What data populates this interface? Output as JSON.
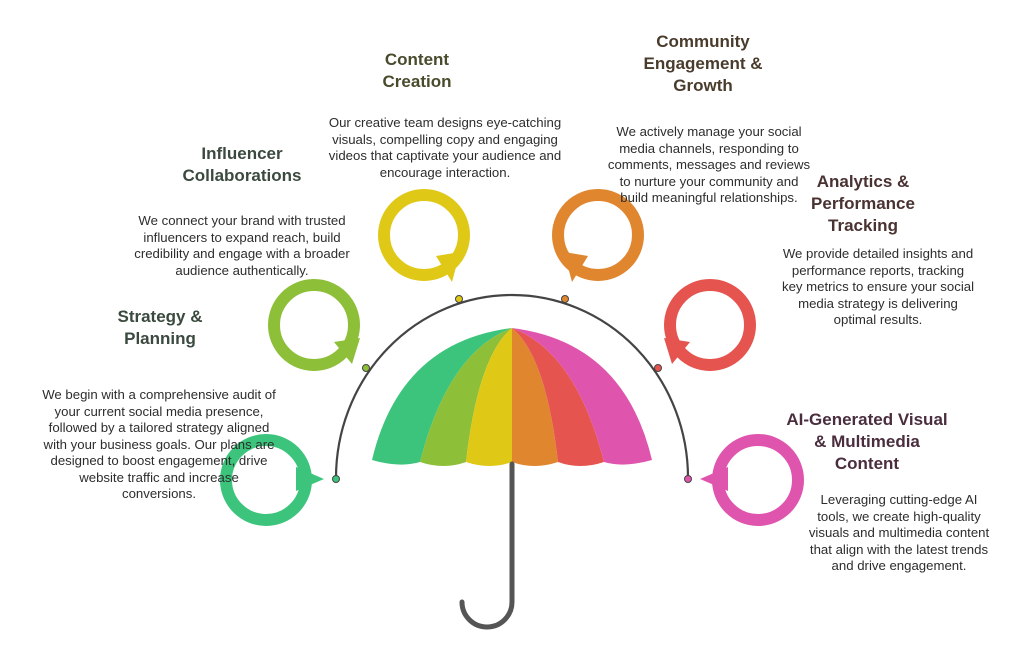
{
  "colors": {
    "strategy": "#3cc47c",
    "influencer": "#8dbf38",
    "content": "#e0c817",
    "community": "#e0862f",
    "analytics": "#e5544f",
    "ai": "#df55ae",
    "arc": "#444444",
    "handle": "#555555",
    "title_dark": "#3c4b40"
  },
  "sections": {
    "strategy": {
      "title": "Strategy &\nPlanning",
      "desc": "We begin with a comprehensive audit of your current social media presence, followed by a tailored strategy aligned with your business goals. Our plans are designed to boost engagement, drive website traffic and increase conversions."
    },
    "influencer": {
      "title": "Influencer\nCollaborations",
      "desc": "We connect your brand with trusted influencers to expand reach, build credibility and engage with a broader audience authentically."
    },
    "content": {
      "title": "Content\nCreation",
      "desc": "Our creative team designs eye-catching visuals, compelling copy and engaging videos that captivate your audience and encourage interaction."
    },
    "community": {
      "title": "Community\nEngagement &\nGrowth",
      "desc": "We actively manage your social media channels, responding to comments, messages and reviews to nurture your community and build meaningful relationships."
    },
    "analytics": {
      "title": "Analytics &\nPerformance\nTracking",
      "desc": "We provide detailed insights and performance reports, tracking key metrics to ensure your social media strategy is delivering optimal results."
    },
    "ai": {
      "title": "AI-Generated Visual\n& Multimedia\nContent",
      "desc": "Leveraging cutting-edge AI tools, we create high-quality visuals and multimedia content that align with the latest trends and drive engagement."
    }
  }
}
